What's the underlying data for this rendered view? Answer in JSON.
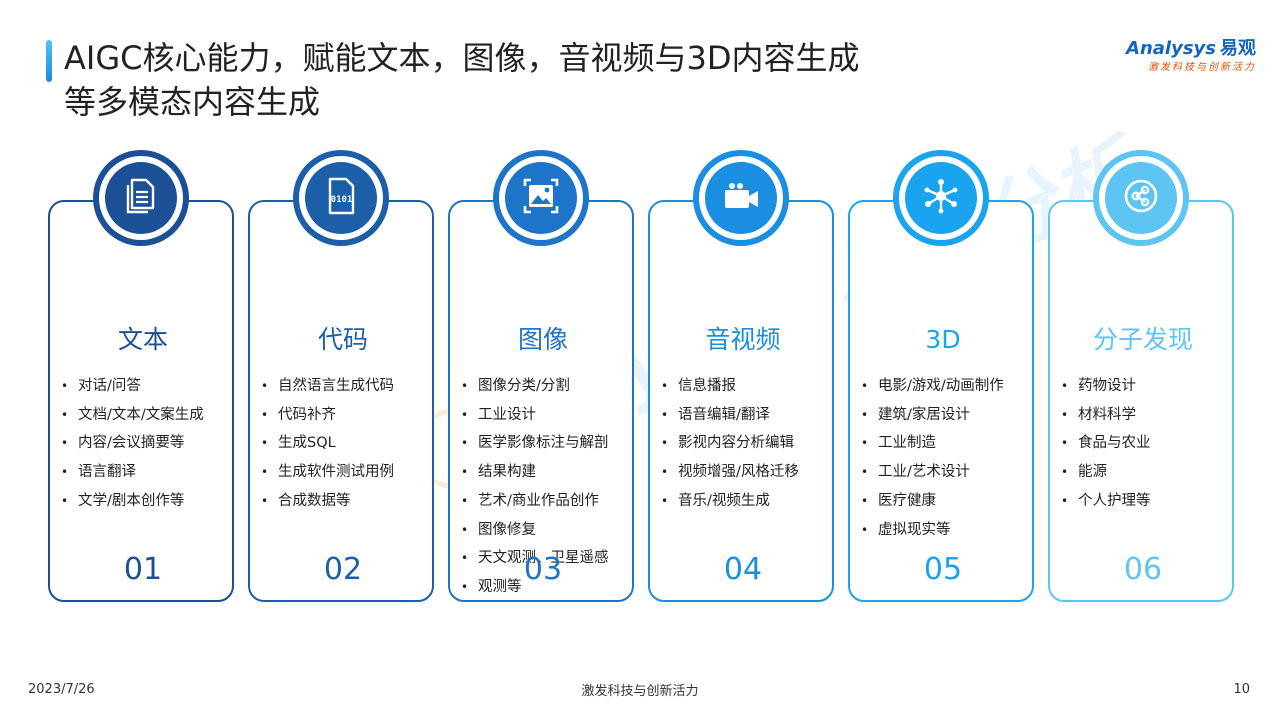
{
  "header": {
    "title_line1": "AIGC核心能力，赋能文本，图像，音视频与3D内容生成",
    "title_line2": "等多模态内容生成"
  },
  "logo": {
    "brand_en": "Analysys",
    "brand_cn": "易观",
    "slogan": "激发科技与创新活力"
  },
  "watermark": {
    "text_en": "nalysys",
    "text_cn": "易观分析"
  },
  "cards": [
    {
      "title": "文本",
      "number": "01",
      "icon": "document-icon",
      "color": "#1b4f96",
      "items": [
        "对话/问答",
        "文档/文本/文案生成",
        "内容/会议摘要等",
        "语言翻译",
        "文学/剧本创作等"
      ]
    },
    {
      "title": "代码",
      "number": "02",
      "icon": "code-file-icon",
      "color": "#1c5fa8",
      "items": [
        "自然语言生成代码",
        "代码补齐",
        "生成SQL",
        "生成软件测试用例",
        "合成数据等"
      ]
    },
    {
      "title": "图像",
      "number": "03",
      "icon": "image-icon",
      "color": "#1e74c8",
      "items": [
        "图像分类/分割",
        "工业设计",
        "医学影像标注与解剖",
        "结果构建",
        "艺术/商业作品创作",
        "图像修复",
        "天文观测、卫星遥感",
        "观测等"
      ]
    },
    {
      "title": "音视频",
      "number": "04",
      "icon": "video-camera-icon",
      "color": "#1a8ee0",
      "items": [
        "信息播报",
        "语音编辑/翻译",
        "影视内容分析编辑",
        "视频增强/风格迁移",
        "音乐/视频生成"
      ]
    },
    {
      "title": "3D",
      "number": "05",
      "icon": "molecule-network-icon",
      "color": "#1aa3ee",
      "items": [
        "电影/游戏/动画制作",
        "建筑/家居设计",
        "工业制造",
        "工业/艺术设计",
        "医疗健康",
        "虚拟现实等"
      ]
    },
    {
      "title": "分子发现",
      "number": "06",
      "icon": "molecule-icon",
      "color": "#5ec4f2",
      "items": [
        "药物设计",
        "材料科学",
        "食品与农业",
        "能源",
        "个人护理等"
      ]
    }
  ],
  "footer": {
    "date": "2023/7/26",
    "center": "激发科技与创新活力",
    "page": "10"
  }
}
